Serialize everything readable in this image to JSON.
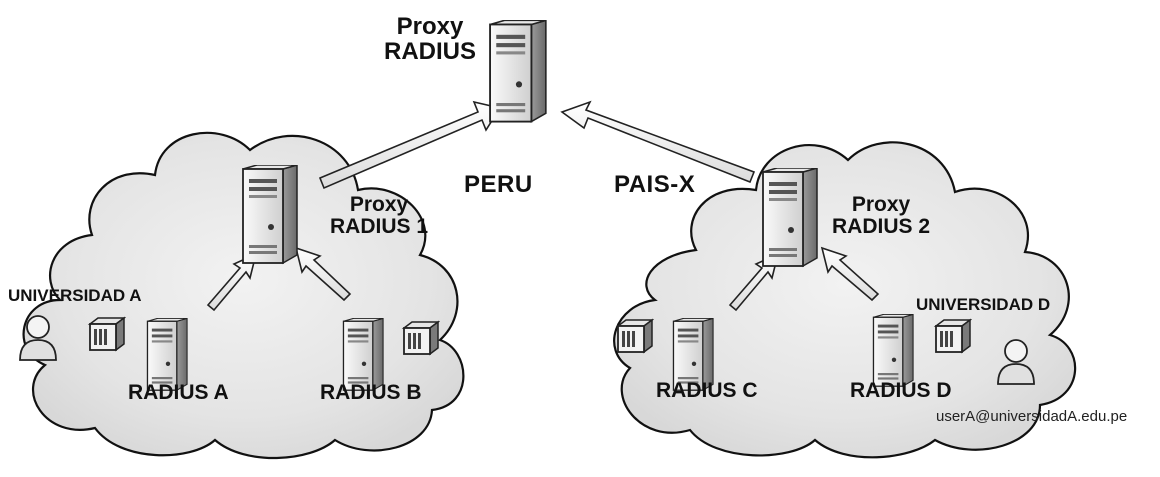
{
  "top_proxy": {
    "line1": "Proxy",
    "line2": "RADIUS"
  },
  "regions": {
    "left": "PERU",
    "right": "PAIS-X"
  },
  "proxy1": {
    "line1": "Proxy",
    "line2": "RADIUS 1"
  },
  "proxy2": {
    "line1": "Proxy",
    "line2": "RADIUS 2"
  },
  "universities": {
    "a": "UNIVERSIDAD A",
    "d": "UNIVERSIDAD D"
  },
  "servers": {
    "a": "RADIUS A",
    "b": "RADIUS B",
    "c": "RADIUS C",
    "d": "RADIUS D"
  },
  "user_email": "userA@universidadA.edu.pe"
}
